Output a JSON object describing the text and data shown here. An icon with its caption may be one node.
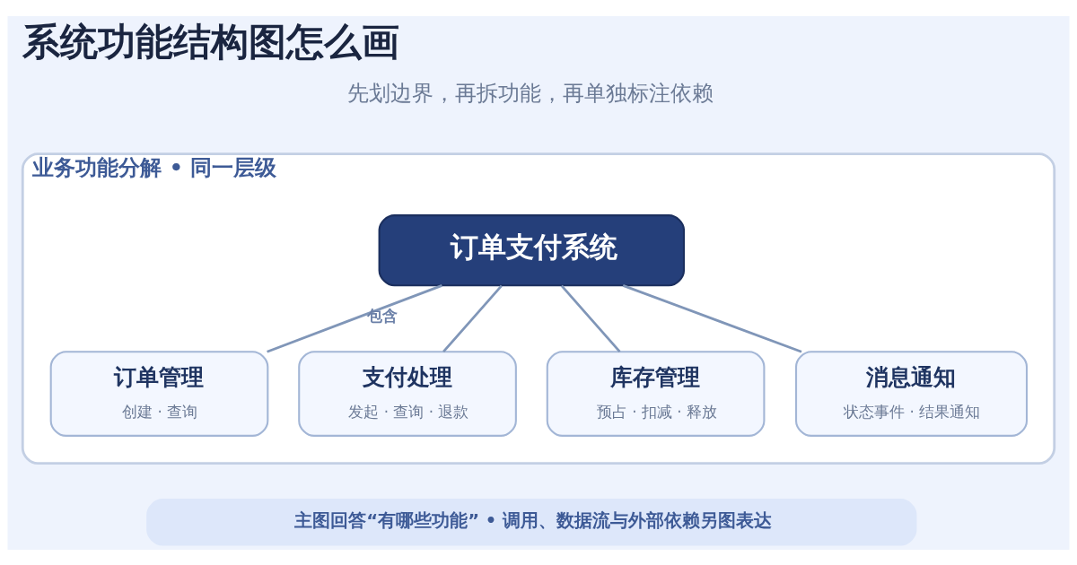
{
  "diagram": {
    "title": "系统功能结构图怎么画",
    "nodes": [
      {
        "text": [
          "业务功能分解 • 同一层级"
        ]
      },
      {
        "text": [
          "订单支付系统"
        ],
        "in": 0
      },
      {
        "text": [
          "订单管理",
          "创建 · 查询"
        ],
        "in": 0
      },
      {
        "text": [
          "支付处理",
          "发起 · 查询 · 退款"
        ],
        "in": 0
      },
      {
        "text": [
          "库存管理",
          "预占 · 扣减 · 释放"
        ],
        "in": 0
      },
      {
        "text": [
          "消息通知",
          "状态事件 · 结果通知"
        ],
        "in": 0
      },
      {
        "text": [
          "主图回答“有哪些功能” • 调用、数据流与外部依赖另图表达"
        ]
      }
    ],
    "edges": [
      {
        "from": 1,
        "to": 2,
        "arrow": "none",
        "label": "包含"
      },
      {
        "from": 1,
        "to": 3,
        "arrow": "none"
      },
      {
        "from": 1,
        "to": 4,
        "arrow": "none"
      },
      {
        "from": 1,
        "to": 5,
        "arrow": "none"
      }
    ],
    "labels": [
      "先划边界，再拆功能，再单独标注依赖"
    ]
  }
}
